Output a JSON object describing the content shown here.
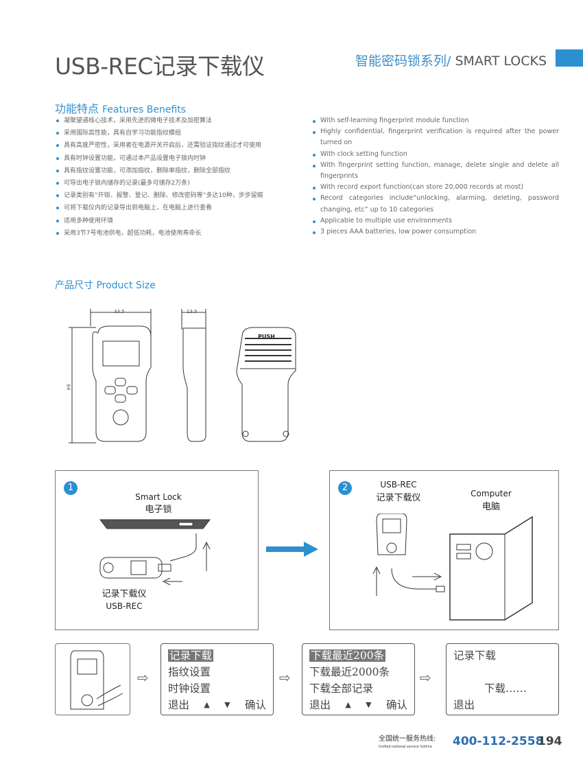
{
  "header": {
    "title": "USB-REC记录下载仪",
    "series_cn": "智能密码锁系列/",
    "series_en": " SMART LOCKS"
  },
  "features": {
    "heading_cn": "功能特点",
    "heading_en": "Features Benefits",
    "cn": [
      "凝聚望通核心技术，采用先进的微电子技术及加密算法",
      "采用国际高性能，具有自学习功能指纹模组",
      "具有高度严密性，采用者在电源开关开启后，还需验证指纹通过才可使用",
      "具有时钟设置功能，可通过本产品设置电子锁内时钟",
      "具有指纹设置功能，可添加指纹，删除单指纹，删除全部指纹",
      "可导出电子锁内储存的记录(最多可储存2万条)",
      "记录类别有“开锁、报警、登记、删除、修改密码等”多达10种，步步留痕",
      "可将下载仪内的记录导出到电脑上，在电脑上进行查看",
      "适用多种使用环境",
      "采用3节7号电池供电，超低功耗，电池使用寿命长"
    ],
    "en": [
      "With self-learning fingerprint module function",
      "Highly confidential, fingerprint verification is required after the power turned on",
      "With clock setting function",
      "With fingerprint setting function, manage, delete single and delete all fingerprints",
      "With record export function(can store 20,000 records at most)",
      "Record categories include“unlocking, alarming, deleting, password changing, etc” up to 10 categories",
      "Applicable to multiple use environments",
      "3 pieces AAA batteries, low power consumption"
    ]
  },
  "size": {
    "heading_cn": "产品尺寸",
    "heading_en": "Product Size",
    "width": "33.5",
    "depth": "13.5",
    "height": "64",
    "push": "PUSH"
  },
  "step1": {
    "num": "1",
    "lock_en": "Smart Lock",
    "lock_cn": "电子锁",
    "device_cn": "记录下载仪",
    "device_en": "USB-REC"
  },
  "step2": {
    "num": "2",
    "device_en": "USB-REC",
    "device_cn": "记录下载仪",
    "pc_en": "Computer",
    "pc_cn": "电脑"
  },
  "screens": [
    {
      "lines": [
        "记录下载",
        "指纹设置",
        "时钟设置"
      ],
      "footer": [
        "退出",
        "▲",
        "▼",
        "确认"
      ]
    },
    {
      "lines": [
        "下载最近200条",
        "下载最近2000条",
        "下载全部记录"
      ],
      "footer": [
        "退出",
        "▲",
        "▼",
        "确认"
      ]
    },
    {
      "lines": [
        "记录下载",
        "下载……"
      ],
      "footer": [
        "退出"
      ]
    }
  ],
  "footer": {
    "hotline_cn": "全国统一服务热线:",
    "hotline_en": "Unified national service hotline",
    "phone": "400-112-2558",
    "page": "194"
  },
  "colors": {
    "accent": "#2b8fd0"
  }
}
